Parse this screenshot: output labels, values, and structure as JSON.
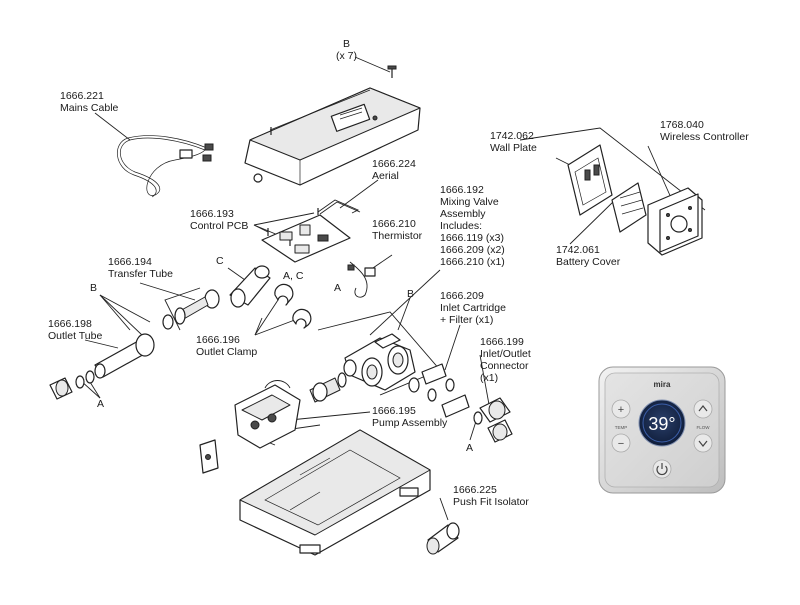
{
  "labels": {
    "screw_b": "B",
    "screw_b_qty": "(x 7)",
    "mains_cable_code": "1666.221",
    "mains_cable_name": "Mains Cable",
    "aerial_code": "1666.224",
    "aerial_name": "Aerial",
    "control_pcb_code": "1666.193",
    "control_pcb_name": "Control PCB",
    "thermistor_code": "1666.210",
    "thermistor_name": "Thermistor",
    "mixing_valve_code": "1666.192",
    "mixing_valve_line1": "Mixing Valve",
    "mixing_valve_line2": "Assembly",
    "mixing_valve_line3": "Includes:",
    "mixing_valve_inc1": "1666.119 (x3)",
    "mixing_valve_inc2": "1666.209 (x2)",
    "mixing_valve_inc3": "1666.210 (x1)",
    "transfer_tube_code": "1666.194",
    "transfer_tube_name": "Transfer Tube",
    "outlet_tube_code": "1666.198",
    "outlet_tube_name": "Outlet Tube",
    "outlet_clamp_code": "1666.196",
    "outlet_clamp_name": "Outlet Clamp",
    "inlet_cartridge_code": "1666.209",
    "inlet_cartridge_line1": "Inlet Cartridge",
    "inlet_cartridge_line2": "+ Filter (x1)",
    "inlet_outlet_code": "1666.199",
    "inlet_outlet_line1": "Inlet/Outlet",
    "inlet_outlet_line2": "Connector",
    "inlet_outlet_qty": "(x1)",
    "pump_code": "1666.195",
    "pump_name": "Pump Assembly",
    "isolator_code": "1666.225",
    "isolator_name": "Push Fit Isolator",
    "wall_plate_code": "1742.062",
    "wall_plate_name": "Wall Plate",
    "wireless_code": "1768.040",
    "wireless_name": "Wireless Controller",
    "battery_code": "1742.061",
    "battery_name": "Battery Cover",
    "letter_a": "A",
    "letter_b": "B",
    "letter_c": "C",
    "letter_ac": "A, C"
  },
  "controller_photo": {
    "brand": "mira",
    "temperature": "39°",
    "temp_label": "TEMP",
    "flow_label": "FLOW",
    "plus": "+",
    "minus": "−"
  }
}
